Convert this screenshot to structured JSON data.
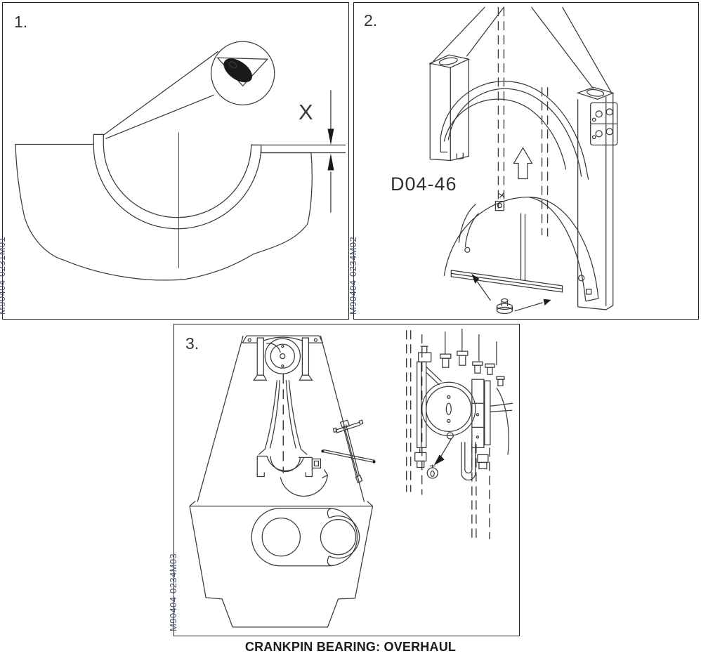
{
  "document": {
    "caption": "CRANKPIN BEARING: OVERHAUL"
  },
  "panels": {
    "panel1": {
      "number": "1.",
      "figure_code": "M90404-0231M01",
      "dimension_label": "X",
      "depicts": "bearing shell protrusion cross-section with visual-inspection eye symbol"
    },
    "panel2": {
      "number": "2.",
      "figure_code": "M90404-0234M02",
      "tool_code": "D04-46",
      "depicts": "bearing shell guide tool aligned to connecting-rod big end"
    },
    "panel3": {
      "number": "3.",
      "figure_code": "M90404-0234M03",
      "depicts": "connecting rod rotation with T-handle tool and crankpin assembly view"
    }
  },
  "colors": {
    "background": "#ffffff",
    "line": "#3a3a3a",
    "panel_border": "#222222",
    "figure_code_text": "#454f6e",
    "label_text": "#333333",
    "caption_text": "#1c1c1c"
  },
  "icons": [
    "visual-inspection-eye-icon",
    "dimension-arrow-icons",
    "insert-direction-up-arrow-icon",
    "pointer-arrow-icons",
    "rotation-arrow-icon"
  ]
}
